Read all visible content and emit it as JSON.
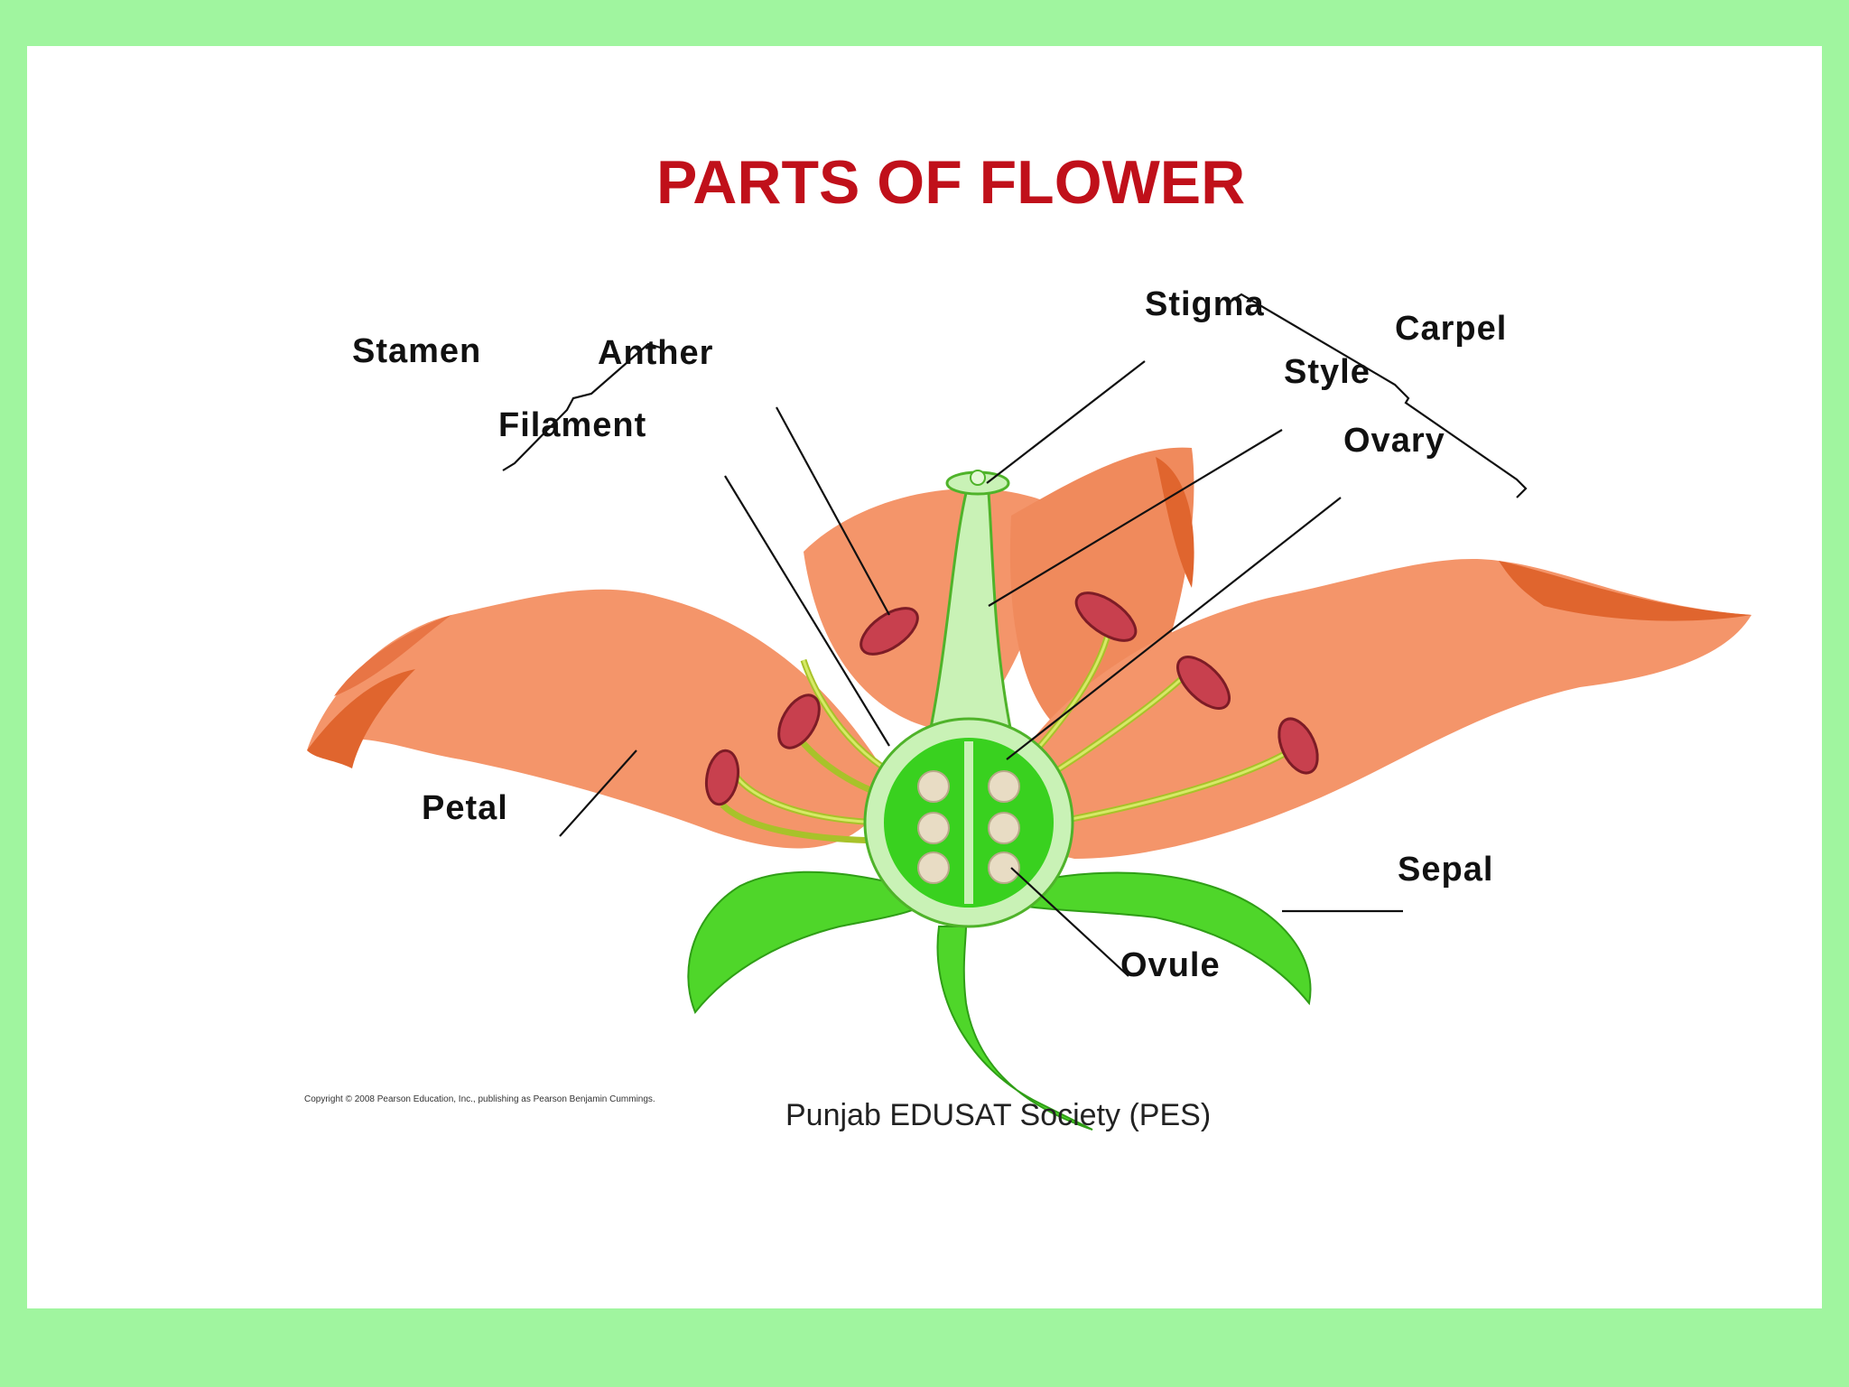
{
  "title": "PARTS OF FLOWER",
  "labels": {
    "stamen": "Stamen",
    "anther": "Anther",
    "filament": "Filament",
    "stigma": "Stigma",
    "style": "Style",
    "carpel": "Carpel",
    "ovary": "Ovary",
    "petal": "Petal",
    "sepal": "Sepal",
    "ovule": "Ovule"
  },
  "copyright": "Copyright © 2008 Pearson Education, Inc., publishing as Pearson Benjamin Cummings.",
  "society": "Punjab EDUSAT Society (PES)",
  "colors": {
    "page_border": "#a0f59f",
    "title": "#c0101a",
    "petal": "#f4956a",
    "petal_dark": "#e0652e",
    "sepal": "#4fd62a",
    "ovary": "#39d11f",
    "style": "#c9f2b6",
    "anther": "#c8404e",
    "filament": "#c9e04a",
    "ovule": "#e8dcc4"
  }
}
